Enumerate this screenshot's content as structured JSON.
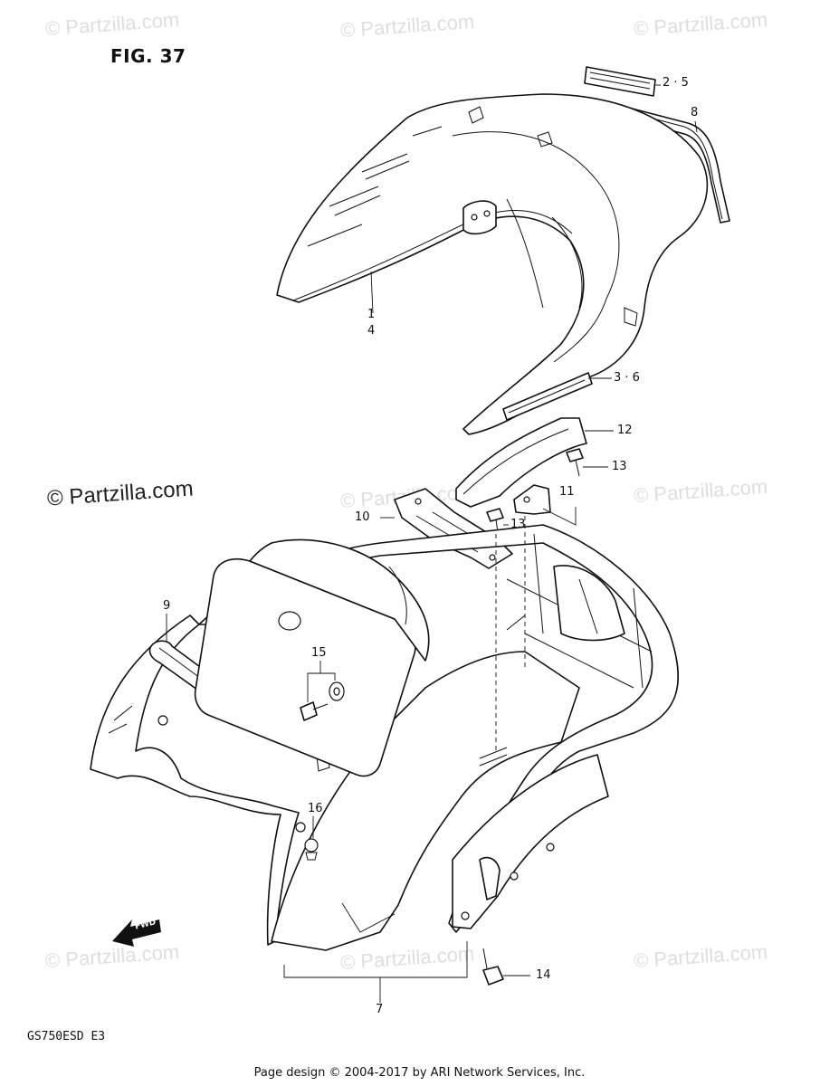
{
  "figure_title": "FIG. 37",
  "watermarks": [
    "© Partzilla.com",
    "© Partzilla.com",
    "© Partzilla.com",
    "© Partzilla.com",
    "© Partzilla.com",
    "© Partzilla.com",
    "© Partzilla.com",
    "© Partzilla.com"
  ],
  "watermark_main": "© Partzilla.com",
  "callouts": {
    "c25": "2 · 5",
    "c8": "8",
    "c1": "1",
    "c4": "4",
    "c36": "3 · 6",
    "c12": "12",
    "c13a": "13",
    "c11": "11",
    "c10": "10",
    "c13b": "13",
    "c9": "9",
    "c15": "15",
    "c16": "16",
    "c14": "14",
    "c7": "7"
  },
  "fwd_label": "FWD",
  "model_code": "GS750ESD  E3",
  "footer": "Page design © 2004-2017 by ARI Network Services, Inc."
}
